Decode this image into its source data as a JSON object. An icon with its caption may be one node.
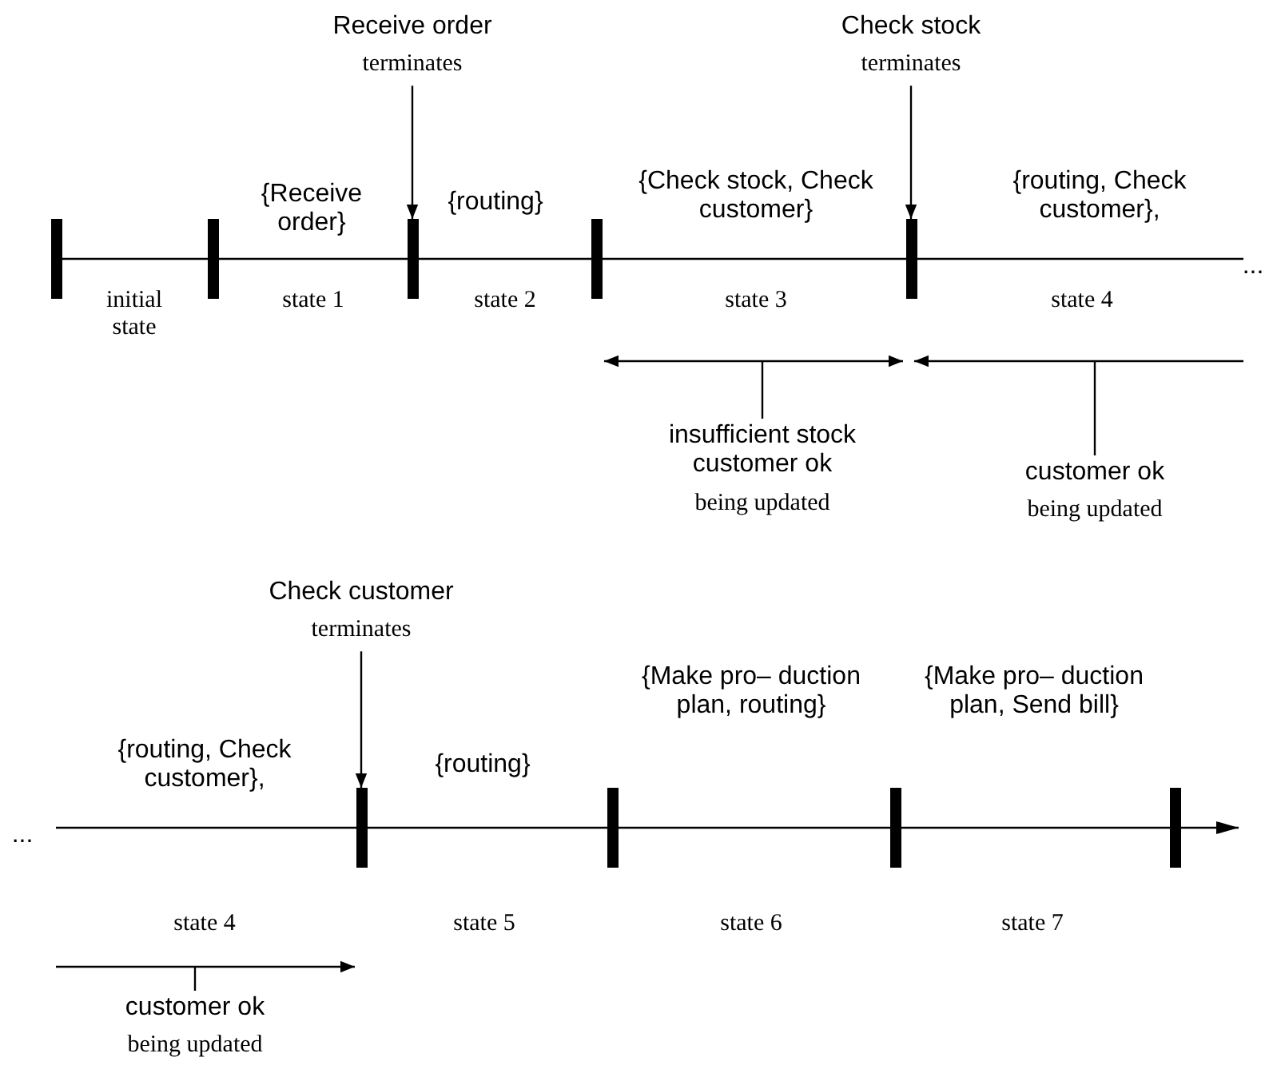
{
  "diagram": {
    "nodes": [
      {
        "text": [
          "Receive order",
          "terminates"
        ]
      },
      {
        "text": [
          "Check stock",
          "terminates"
        ]
      },
      {
        "text": [
          "Check customer",
          "terminates"
        ]
      },
      {
        "text": [],
        "shape": "bar"
      },
      {
        "text": [],
        "shape": "bar"
      },
      {
        "text": [],
        "shape": "bar"
      },
      {
        "text": [],
        "shape": "bar"
      },
      {
        "text": [],
        "shape": "bar"
      },
      {
        "text": [],
        "shape": "bar"
      },
      {
        "text": [],
        "shape": "bar"
      },
      {
        "text": [],
        "shape": "bar"
      },
      {
        "text": [],
        "shape": "bar"
      },
      {
        "text": [
          "insufficient stock customer ok",
          "being updated"
        ]
      },
      {
        "text": [
          "customer ok",
          "being updated"
        ]
      },
      {
        "text": [
          "customer ok",
          "being updated"
        ]
      }
    ],
    "edges": [
      {
        "from": 0,
        "to": 5,
        "arrow": "to"
      },
      {
        "from": 1,
        "to": 7,
        "arrow": "to"
      },
      {
        "from": 2,
        "to": 8,
        "arrow": "to"
      },
      {
        "from": 12,
        "to": null,
        "arrow": "none"
      },
      {
        "from": 13,
        "to": null,
        "arrow": "none"
      },
      {
        "from": 14,
        "to": null,
        "arrow": "none"
      }
    ],
    "labels": [
      "{Receive order}",
      "{routing}",
      "{Check stock, Check customer}",
      "{routing, Check customer},",
      "...",
      "initial state",
      "state 1",
      "state 2",
      "state 3",
      "state 4",
      "...",
      "{routing, Check customer},",
      "{routing}",
      "{Make pro– duction plan, routing}",
      "{Make pro– duction plan, Send bill}",
      "state 4",
      "state 5",
      "state 6",
      "state 7"
    ]
  }
}
